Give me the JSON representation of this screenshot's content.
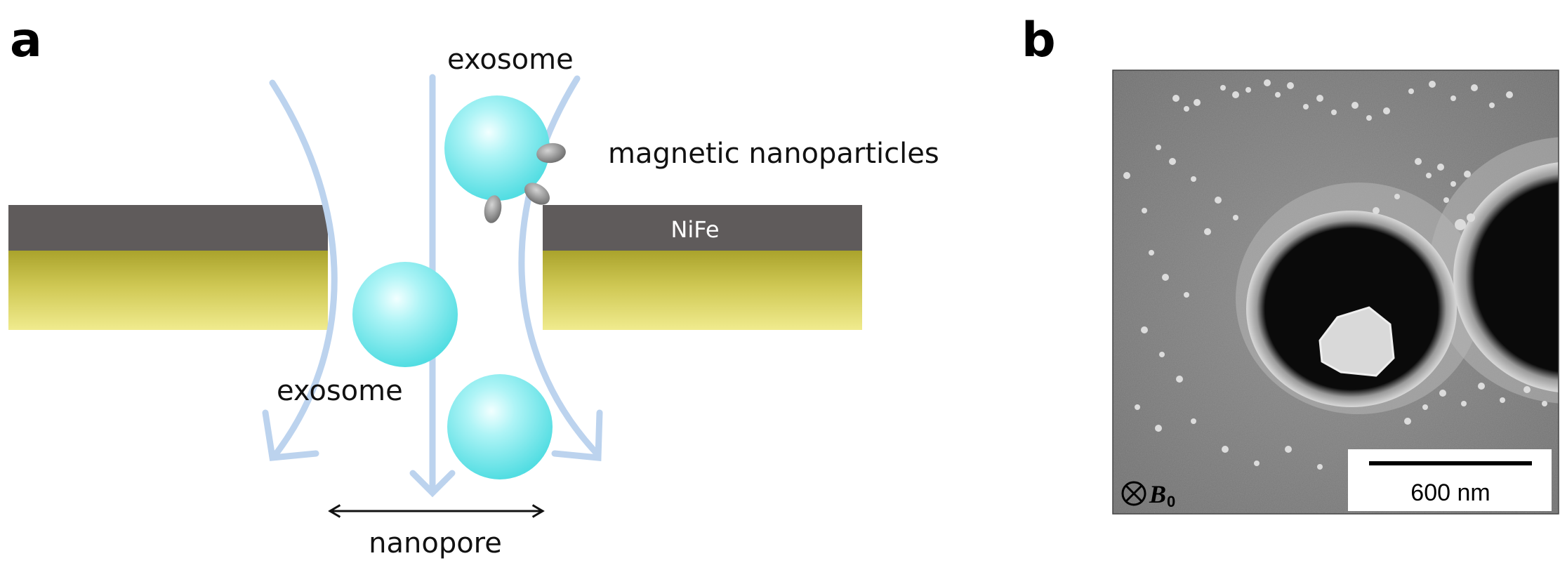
{
  "panel_a": {
    "letter": "a",
    "label_exosome_top": "exosome",
    "label_exosome_mid": "exosome",
    "label_magnetic": "magnetic nanoparticles",
    "label_nife": "NiFe",
    "label_nanopore": "nanopore"
  },
  "panel_b": {
    "letter": "b",
    "field_label": "B",
    "field_subscript": "0",
    "scale_bar_label": "600 nm"
  },
  "colors": {
    "nife_layer": "#5f5b5b",
    "substrate_top": "#b3ad33",
    "substrate_bottom": "#ece687",
    "exosome": "#6fe6ea",
    "flow_arrow": "#bcd3ee",
    "nanoparticle": "#7d7d7d"
  }
}
